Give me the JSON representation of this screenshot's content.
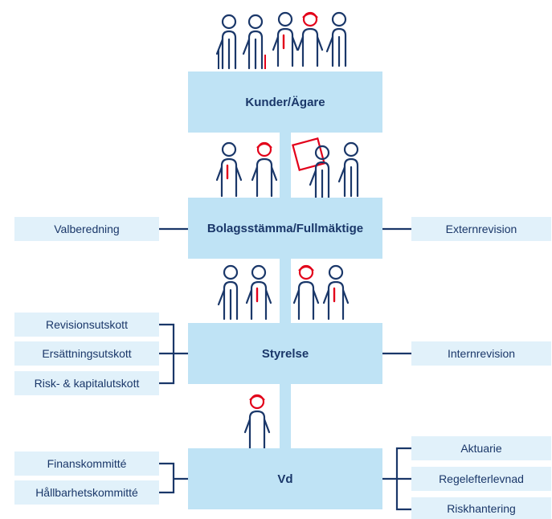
{
  "colors": {
    "main_box": "#bfe3f5",
    "side_box": "#e1f1fa",
    "connector": "#1a3769",
    "text": "#1a3769",
    "accent_red": "#e2001a"
  },
  "main": {
    "kunder": "Kunder/Ägare",
    "bolagsstamma": "Bolagsstämma/Fullmäktige",
    "styrelse": "Styrelse",
    "vd": "Vd"
  },
  "left": {
    "valberedning": "Valberedning",
    "revisionsutskott": "Revisionsutskott",
    "ersattningsutskott": "Ersättningsutskott",
    "risk_kapitalutskott": "Risk- & kapitalutskott",
    "finanskommitte": "Finanskommitté",
    "hallbarhetskommitte": "Hållbarhetskommitté"
  },
  "right": {
    "externrevision": "Externrevision",
    "internrevision": "Internrevision",
    "aktuarie": "Aktuarie",
    "regelefterlevnad": "Regelefterlevnad",
    "riskhantering": "Riskhantering"
  },
  "icons": [
    "people-group-icon",
    "person-icon",
    "shareholder-icon"
  ]
}
